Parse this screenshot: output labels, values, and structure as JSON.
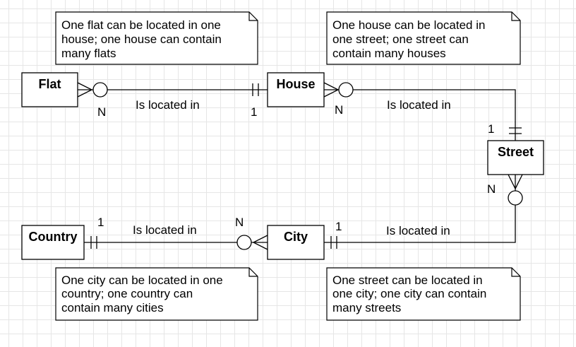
{
  "entities": {
    "flat": "Flat",
    "house": "House",
    "street": "Street",
    "city": "City",
    "country": "Country"
  },
  "relationships": {
    "flat_house": {
      "label": "Is located in",
      "flat_end": "N",
      "house_end": "1"
    },
    "house_street": {
      "label": "Is located in",
      "house_end": "N",
      "street_end": "1"
    },
    "street_city": {
      "label": "Is located in",
      "street_end": "N",
      "city_end": "1"
    },
    "city_country": {
      "label": "Is located in",
      "city_end": "N",
      "country_end": "1"
    }
  },
  "notes": {
    "flat_house": [
      "One flat can be located in one",
      "house; one house can contain",
      "many flats"
    ],
    "house_street": [
      "One house can be located in",
      "one street; one street can",
      "contain many houses"
    ],
    "city_country": [
      "One city can be located in one",
      "country; one country can",
      "contain many cities"
    ],
    "street_city": [
      "One street can be located in",
      "one city; one city can contain",
      "many streets"
    ]
  }
}
